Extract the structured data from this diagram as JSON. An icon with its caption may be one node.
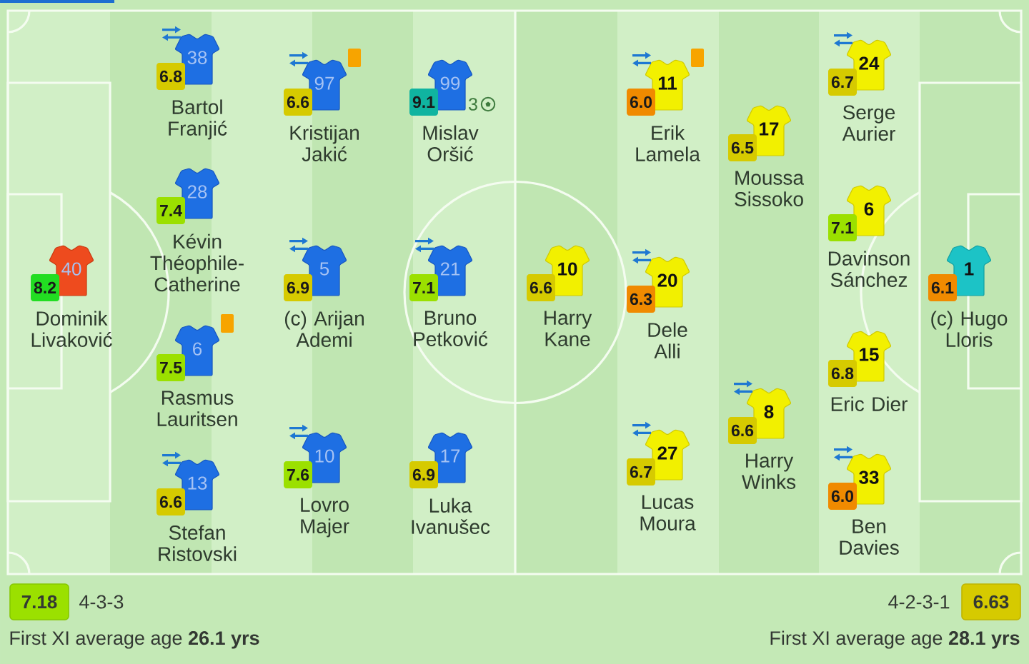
{
  "diagram": {
    "nodes": [
      {
        "text": [
          "40"
        ],
        "beside": [
          "Dominik Livaković"
        ]
      },
      {
        "text": [
          "8.2"
        ]
      },
      {
        "text": [
          "38"
        ],
        "beside": [
          "Bartol Franjić"
        ]
      },
      {
        "text": [
          "6.8"
        ]
      },
      {
        "text": [
          "28"
        ],
        "beside": [
          "Kévin Théophile-Catherine"
        ]
      },
      {
        "text": [
          "7.4"
        ]
      },
      {
        "text": [
          "6"
        ],
        "beside": [
          "Rasmus Lauritsen"
        ]
      },
      {
        "text": [
          "7.5"
        ]
      },
      {
        "text": [
          "13"
        ],
        "beside": [
          "Stefan Ristovski"
        ]
      },
      {
        "text": [
          "6.6"
        ]
      },
      {
        "text": [
          "97"
        ],
        "beside": [
          "Kristijan Jakić"
        ]
      },
      {
        "text": [
          "6.6"
        ]
      },
      {
        "text": [
          "5"
        ],
        "beside": [
          "(c) Arijan Ademi"
        ]
      },
      {
        "text": [
          "6.9"
        ]
      },
      {
        "text": [
          "10"
        ],
        "beside": [
          "Lovro Majer"
        ]
      },
      {
        "text": [
          "7.6"
        ]
      },
      {
        "text": [
          "99"
        ],
        "beside": [
          "Mislav Oršić",
          "3"
        ]
      },
      {
        "text": [
          "9.1"
        ]
      },
      {
        "text": [
          "21"
        ],
        "beside": [
          "Bruno Petković"
        ]
      },
      {
        "text": [
          "7.1"
        ]
      },
      {
        "text": [
          "17"
        ],
        "beside": [
          "Luka Ivanušec"
        ]
      },
      {
        "text": [
          "6.9"
        ]
      },
      {
        "text": [
          "10"
        ],
        "beside": [
          "Harry Kane"
        ]
      },
      {
        "text": [
          "6.6"
        ]
      },
      {
        "text": [
          "11"
        ],
        "beside": [
          "Erik Lamela"
        ]
      },
      {
        "text": [
          "6.0"
        ]
      },
      {
        "text": [
          "20"
        ],
        "beside": [
          "Dele Alli"
        ]
      },
      {
        "text": [
          "6.3"
        ]
      },
      {
        "text": [
          "27"
        ],
        "beside": [
          "Lucas Moura"
        ]
      },
      {
        "text": [
          "6.7"
        ]
      },
      {
        "text": [
          "17"
        ],
        "beside": [
          "Moussa Sissoko"
        ]
      },
      {
        "text": [
          "6.5"
        ]
      },
      {
        "text": [
          "8"
        ],
        "beside": [
          "Harry Winks"
        ]
      },
      {
        "text": [
          "6.6"
        ]
      },
      {
        "text": [
          "24"
        ],
        "beside": [
          "Serge Aurier"
        ]
      },
      {
        "text": [
          "6.7"
        ]
      },
      {
        "text": [
          "6"
        ],
        "beside": [
          "Davinson Sánchez"
        ]
      },
      {
        "text": [
          "7.1"
        ]
      },
      {
        "text": [
          "15"
        ],
        "beside": [
          "Eric Dier"
        ]
      },
      {
        "text": [
          "6.8"
        ]
      },
      {
        "text": [
          "33"
        ],
        "beside": [
          "Ben Davies"
        ]
      },
      {
        "text": [
          "6.0"
        ]
      },
      {
        "text": [
          "1"
        ],
        "beside": [
          "(c) Hugo Lloris"
        ]
      },
      {
        "text": [
          "6.1"
        ]
      },
      {
        "text": [
          "7.18"
        ],
        "beside": [
          "4-3-3"
        ]
      },
      {
        "text": [
          "6.63"
        ],
        "beside": [
          "4-2-3-1"
        ]
      }
    ],
    "labels": [
      "First XI average age **26.1 yrs**",
      "First XI average age **28.1 yrs**"
    ]
  }
}
